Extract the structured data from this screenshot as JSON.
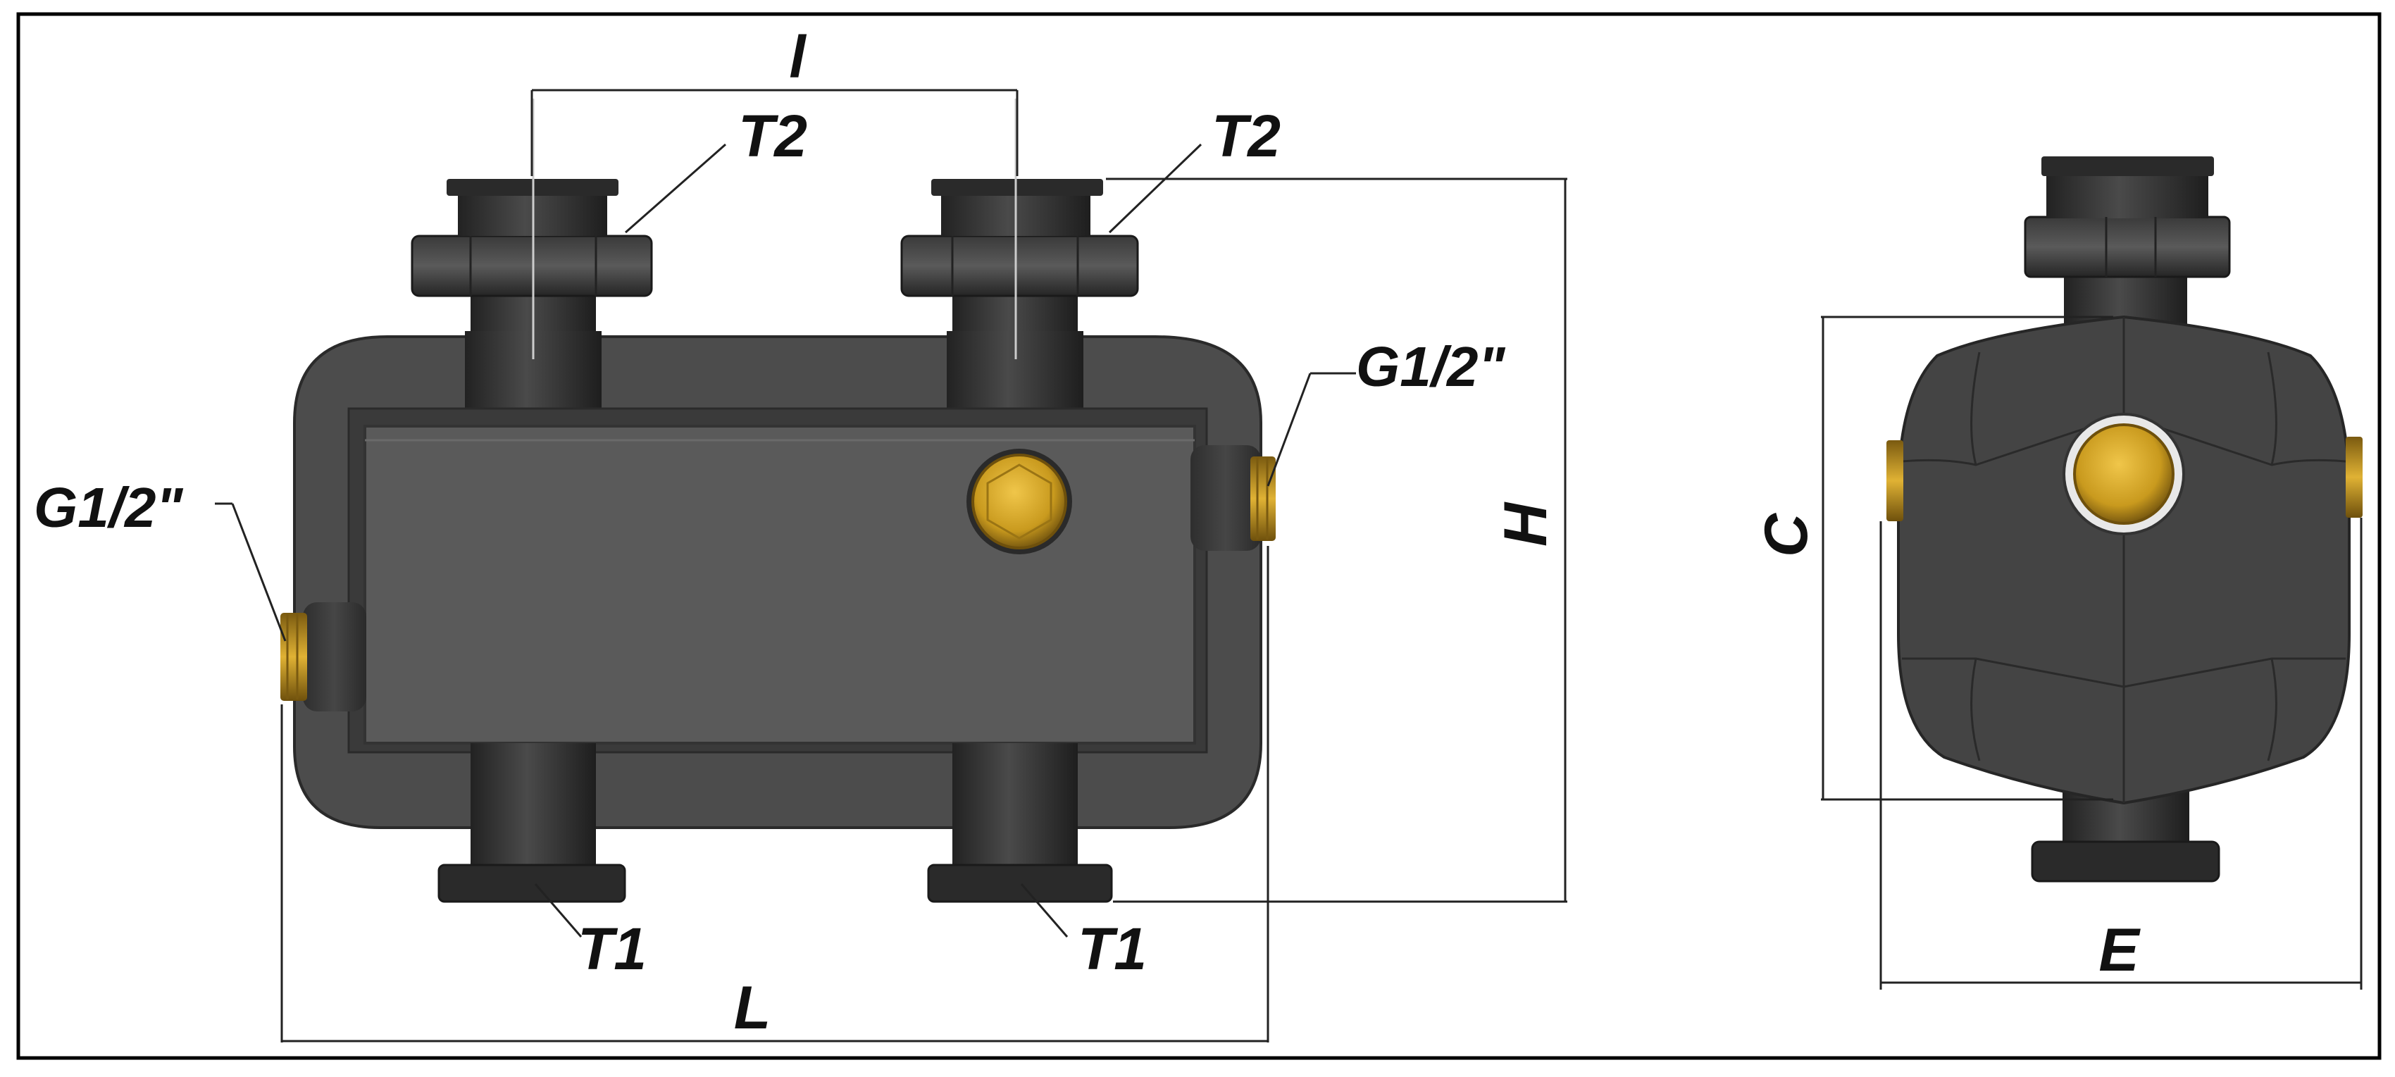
{
  "labels": {
    "dim_l_small": "l",
    "dim_L": "L",
    "dim_H": "H",
    "dim_C": "C",
    "dim_E": "E",
    "port_t2_left": "T2",
    "port_t2_right": "T2",
    "port_t1_left": "T1",
    "port_t1_right": "T1",
    "thread_left": "G1/2\"",
    "thread_right": "G1/2\""
  },
  "colors": {
    "insulation": "#4a4a4a",
    "insulation_edge": "#2c2c2c",
    "body": "#575757",
    "pipe": "#3b3b3b",
    "pipe_dark": "#262626",
    "brass": "#c99a1e",
    "brass_light": "#e8bd3a",
    "line": "#222222"
  }
}
